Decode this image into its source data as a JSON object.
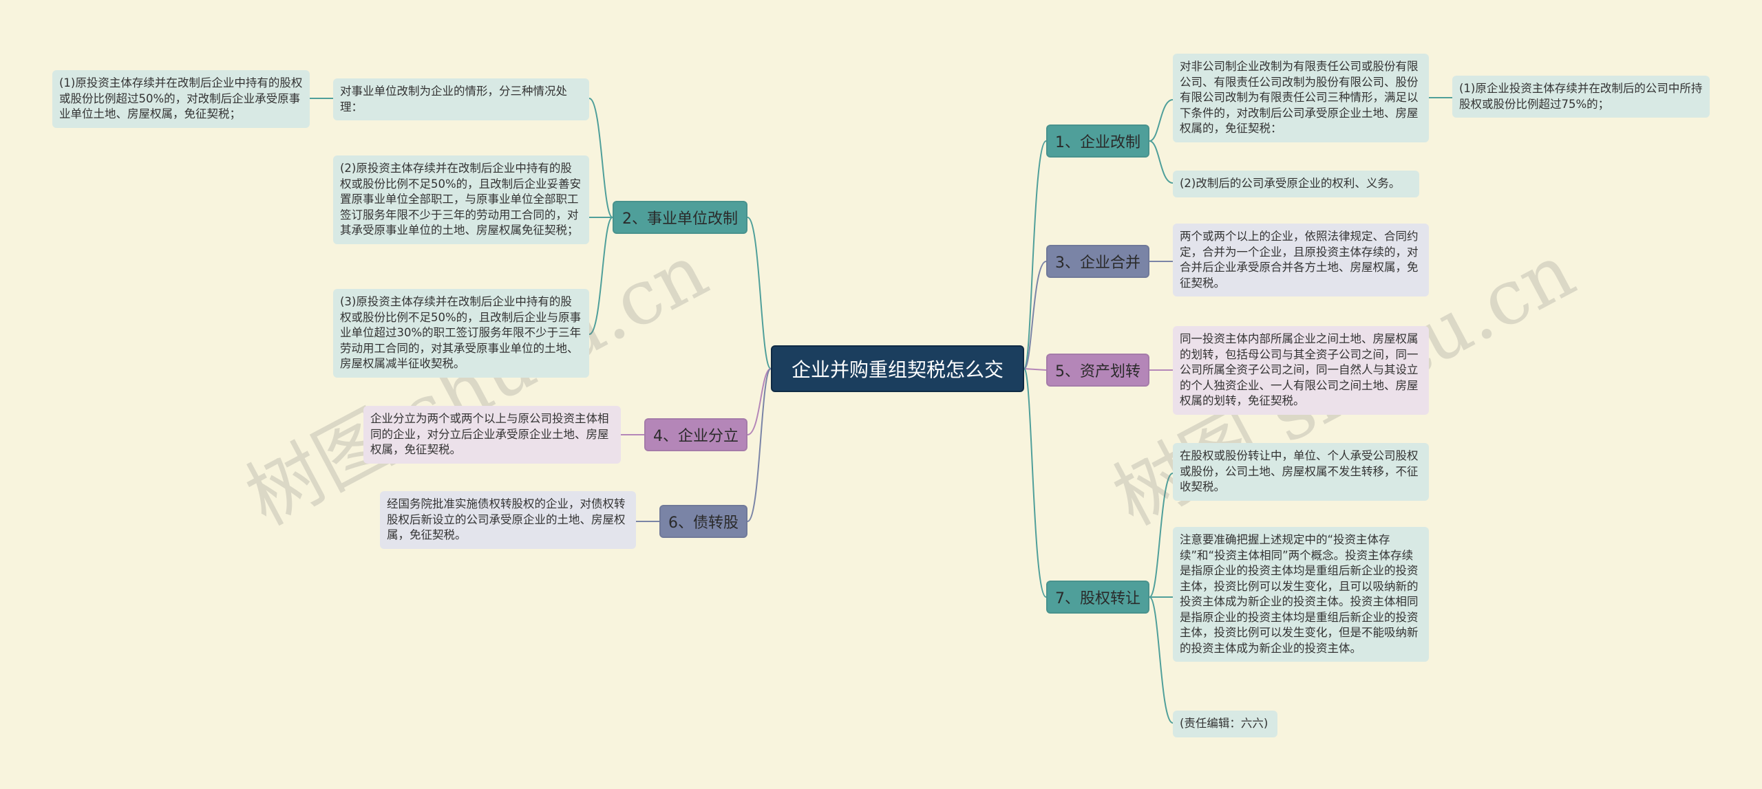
{
  "root": "企业并购重组契税怎么交",
  "branches": {
    "b1": "1、企业改制",
    "b2": "2、事业单位改制",
    "b3": "3、企业合并",
    "b4": "4、企业分立",
    "b5": "5、资产划转",
    "b6": "6、债转股",
    "b7": "7、股权转让"
  },
  "leaves": {
    "b1_main": "对非公司制企业改制为有限责任公司或股份有限公司、有限责任公司改制为股份有限公司、股份有限公司改制为有限责任公司三种情形，满足以下条件的，对改制后公司承受原企业土地、房屋权属的，免征契税：",
    "b1_cond1": "(1)原企业投资主体存续并在改制后的公司中所持股权或股份比例超过75%的；",
    "b1_cond2": "(2)改制后的公司承受原企业的权利、义务。",
    "b2_main": "对事业单位改制为企业的情形，分三种情况处理：",
    "b2_case1": "(1)原投资主体存续并在改制后企业中持有的股权或股份比例超过50%的，对改制后企业承受原事业单位土地、房屋权属，免征契税；",
    "b2_case2": "(2)原投资主体存续并在改制后企业中持有的股权或股份比例不足50%的，且改制后企业妥善安置原事业单位全部职工，与原事业单位全部职工签订服务年限不少于三年的劳动用工合同的，对其承受原事业单位的土地、房屋权属免征契税；",
    "b2_case3": "(3)原投资主体存续并在改制后企业中持有的股权或股份比例不足50%的，且改制后企业与原事业单位超过30%的职工签订服务年限不少于三年劳动用工合同的，对其承受原事业单位的土地、房屋权属减半征收契税。",
    "b3_text": "两个或两个以上的企业，依照法律规定、合同约定，合并为一个企业，且原投资主体存续的，对合并后企业承受原合并各方土地、房屋权属，免征契税。",
    "b4_text": "企业分立为两个或两个以上与原公司投资主体相同的企业，对分立后企业承受原企业土地、房屋权属，免征契税。",
    "b5_text": "同一投资主体内部所属企业之间土地、房屋权属的划转，包括母公司与其全资子公司之间，同一公司所属全资子公司之间，同一自然人与其设立的个人独资企业、一人有限公司之间土地、房屋权属的划转，免征契税。",
    "b6_text": "经国务院批准实施债权转股权的企业，对债权转股权后新设立的公司承受原企业的土地、房屋权属，免征契税。",
    "b7_text1": "在股权或股份转让中，单位、个人承受公司股权或股份，公司土地、房屋权属不发生转移，不征收契税。",
    "b7_text2": "注意要准确把握上述规定中的“投资主体存续”和“投资主体相同”两个概念。投资主体存续是指原企业的投资主体均是重组后新企业的投资主体，投资比例可以发生变化，且可以吸纳新的投资主体成为新企业的投资主体。投资主体相同是指原企业的投资主体均是重组后新企业的投资主体，投资比例可以发生变化，但是不能吸纳新的投资主体成为新企业的投资主体。",
    "b7_editor": "(责任编辑：六六)"
  },
  "watermarks": {
    "left": "树图 shutu.cn",
    "right": "树图 shutu.cn"
  },
  "colors": {
    "background": "#f8f4dd",
    "root": "#1b3e5e",
    "teal_branch": "#4f9f9a",
    "slate_branch": "#7a84a6",
    "purple_branch": "#b486b8",
    "link": "#4f9f9a"
  }
}
